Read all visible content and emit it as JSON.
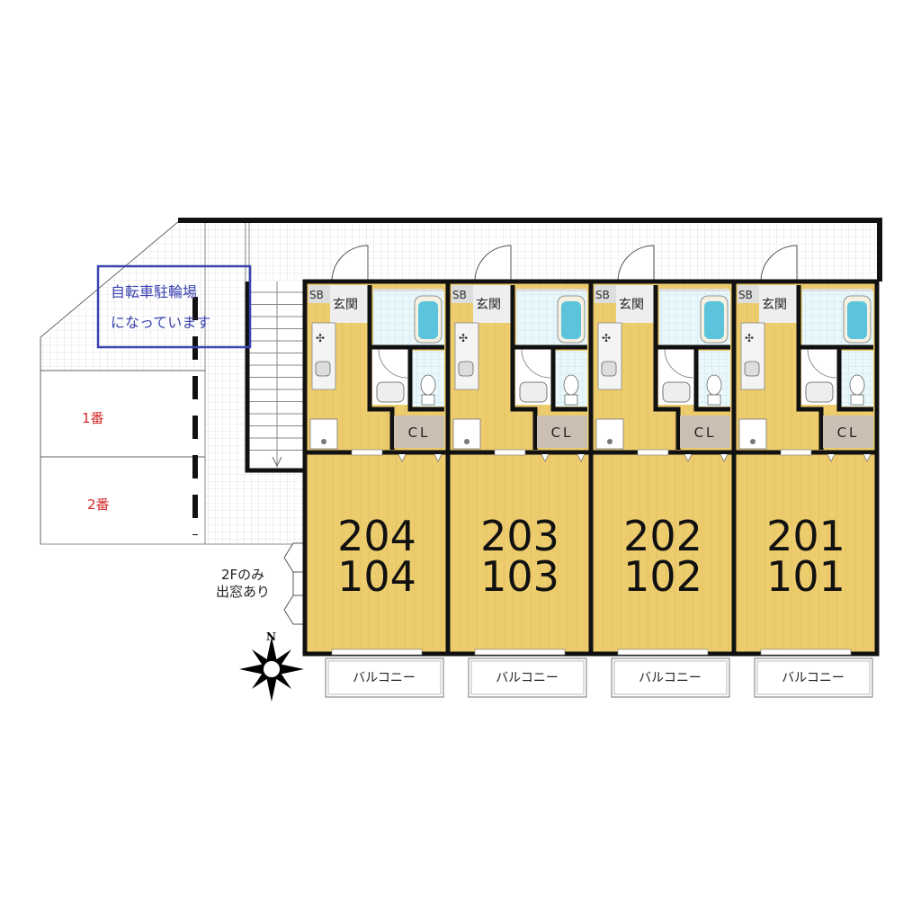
{
  "bicycle_parking": {
    "line1": "自転車駐輪場",
    "line2": "になっています",
    "color": "#3a43b0"
  },
  "parking_spaces": [
    {
      "label": "1番"
    },
    {
      "label": "2番"
    }
  ],
  "parking_label_color": "#d62828",
  "bay_window_note": {
    "line1": "2Fのみ",
    "line2": "出窓あり"
  },
  "compass": {
    "label": "N"
  },
  "unit_labels": {
    "shoe_box": "SB",
    "entrance": "玄関",
    "closet": "CL",
    "balcony": "バルコニー"
  },
  "units": [
    {
      "upper": "204",
      "lower": "104"
    },
    {
      "upper": "203",
      "lower": "103"
    },
    {
      "upper": "202",
      "lower": "102"
    },
    {
      "upper": "201",
      "lower": "101"
    }
  ],
  "colors": {
    "floor": "#edcc6e",
    "closet": "#cbbfb3",
    "bath_water": "#5bc4dc",
    "tile": "#e9f7fb"
  }
}
